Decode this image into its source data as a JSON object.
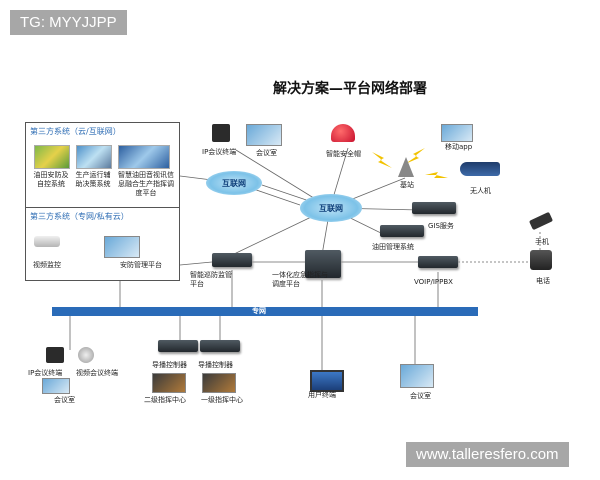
{
  "watermarks": {
    "top_tag": "TG: MYYJJPP",
    "bottom_tag": "www.talleresfero.com"
  },
  "title": "解决方案—平台网络部署",
  "box_cloud": {
    "title": "第三方系统（云/互联网）",
    "systems": [
      "油田安防及自控系统",
      "生产运行辅助决策系统",
      "智慧油田音视讯信息融合生产指挥调度平台"
    ]
  },
  "box_private": {
    "title": "第三方系统（专网/私有云）"
  },
  "clouds": {
    "internet_small": "互联网",
    "internet_main": "互联网"
  },
  "nodes": {
    "ip_terminal_top": "IP会议终端",
    "room_top": "会议室",
    "helmet": "智能安全帽",
    "mobile_app": "移动app",
    "base_station": "基站",
    "drone": "无人机",
    "gis": "GIS服务",
    "oilfield_mgmt": "油田管理系统",
    "phone": "手机",
    "tel": "电话",
    "video_monitor": "视频监控",
    "security_platform": "安防管理平台",
    "smart_patrol": "智能巡防监管平台",
    "emergency": "一体化应急指挥与调度平台",
    "voip": "VOIP/IPPBX",
    "ip_terminal_bottom": "IP会议终端",
    "video_terminal": "视频会议终端",
    "room_bottom_left": "会议室",
    "controller_a": "导播控制器",
    "controller_b": "导播控制器",
    "center_2": "二级指挥中心",
    "center_1": "一级指挥中心",
    "user_terminal": "用户终端",
    "room_bottom_right": "会议室"
  },
  "bus_label": "专网",
  "colors": {
    "bus": "#2a6bb8",
    "box_title": "#2e6db4",
    "lightning": "#f2c200",
    "line": "#666666"
  }
}
